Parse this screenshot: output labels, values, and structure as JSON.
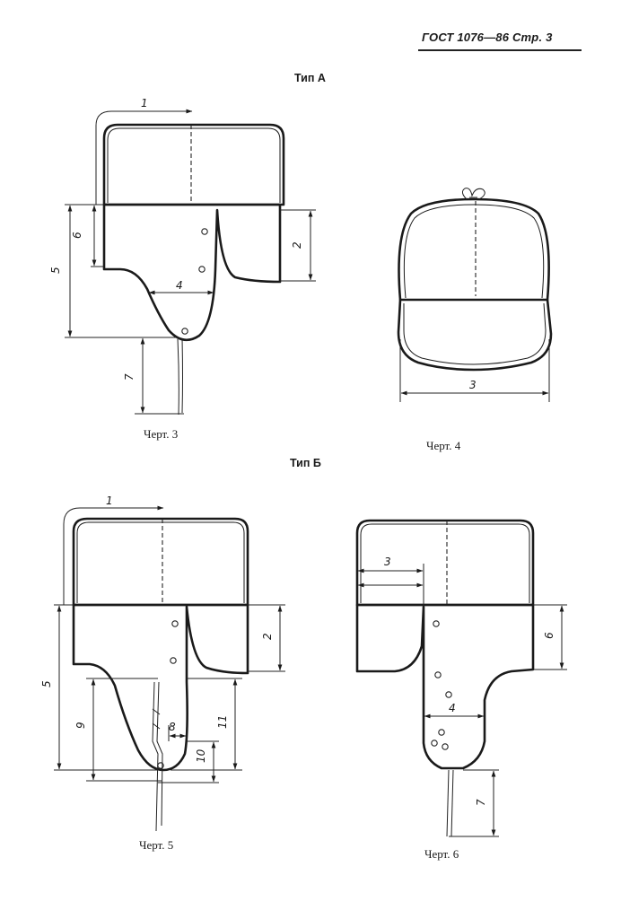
{
  "header": {
    "text": "ГОСТ 1076—86 Стр. 3"
  },
  "sections": {
    "type_a": "Тип А",
    "type_b": "Тип Б"
  },
  "figures": {
    "fig3": {
      "caption": "Черт. 3",
      "dims": [
        "1",
        "6",
        "5",
        "2",
        "4",
        "7"
      ]
    },
    "fig4": {
      "caption": "Черт. 4",
      "dims": [
        "3"
      ]
    },
    "fig5": {
      "caption": "Черт. 5",
      "dims": [
        "1",
        "5",
        "2",
        "9",
        "8",
        "11",
        "10"
      ]
    },
    "fig6": {
      "caption": "Черт. 6",
      "dims": [
        "3",
        "6",
        "4",
        "7"
      ]
    }
  }
}
